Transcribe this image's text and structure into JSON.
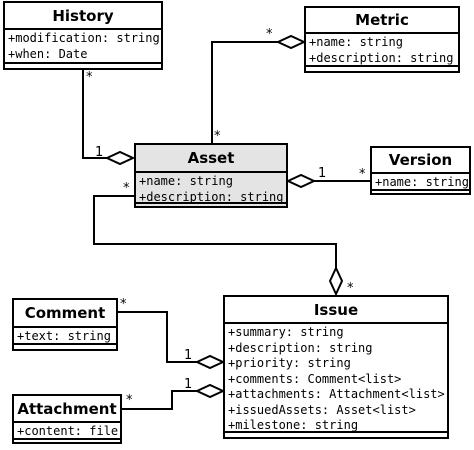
{
  "classes": {
    "history": {
      "name": "History",
      "attributes": [
        "+modification: string",
        "+when: Date"
      ]
    },
    "metric": {
      "name": "Metric",
      "attributes": [
        "+name: string",
        "+description: string"
      ]
    },
    "asset": {
      "name": "Asset",
      "attributes": [
        "+name: string",
        "+description: string"
      ]
    },
    "version": {
      "name": "Version",
      "attributes": [
        "+name: string"
      ]
    },
    "issue": {
      "name": "Issue",
      "attributes": [
        "+summary: string",
        "+description: string",
        "+priority: string",
        "+comments: Comment<list>",
        "+attachments: Attachment<list>",
        "+issuedAssets: Asset<list>",
        "+milestone: string"
      ]
    },
    "comment": {
      "name": "Comment",
      "attributes": [
        "+text: string"
      ]
    },
    "attachment": {
      "name": "Attachment",
      "attributes": [
        "+content: file"
      ]
    }
  },
  "multiplicities": {
    "history_asset_history_end": "*",
    "history_asset_asset_end": "1",
    "metric_asset_metric_end": "*",
    "metric_asset_asset_end": "*",
    "version_asset_asset_end": "1",
    "version_asset_version_end": "*",
    "asset_issue_asset_end": "*",
    "asset_issue_issue_end": "*",
    "comment_issue_comment_end": "*",
    "comment_issue_issue_end": "1",
    "attachment_issue_attachment_end": "*",
    "attachment_issue_issue_end": "1"
  }
}
